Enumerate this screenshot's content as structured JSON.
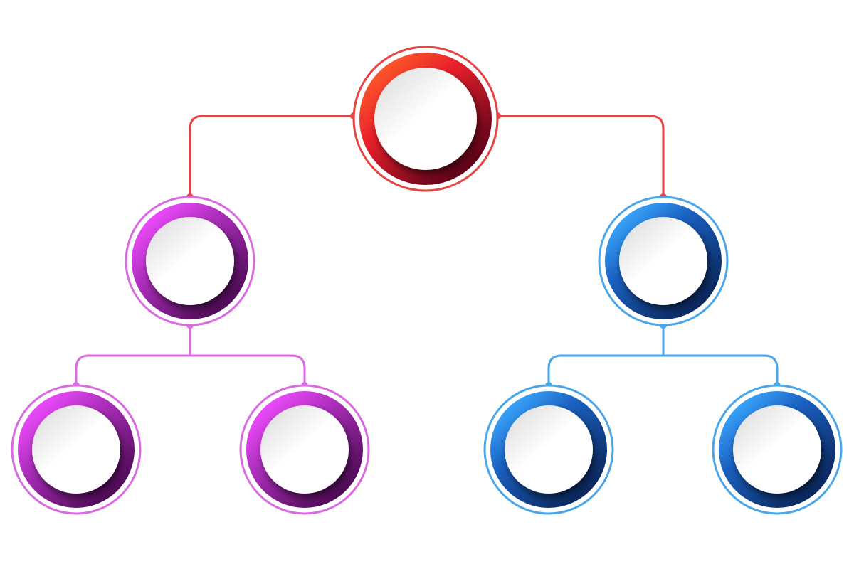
{
  "diagram": {
    "type": "hierarchy-tree",
    "background": "#ffffff",
    "palettes": {
      "red": {
        "light": "#ff5a2a",
        "mid": "#e8202a",
        "dark": "#560018",
        "line": "#e84444"
      },
      "purple": {
        "light": "#f04cff",
        "mid": "#b030c0",
        "dark": "#4a0850",
        "line": "#d96ae2"
      },
      "blue": {
        "light": "#3aa8ff",
        "mid": "#1a60c0",
        "dark": "#0a2458",
        "line": "#4aa6ea"
      }
    },
    "nodes": [
      {
        "id": "root",
        "level": 0,
        "palette": "red",
        "parent": null
      },
      {
        "id": "left",
        "level": 1,
        "palette": "purple",
        "parent": "root"
      },
      {
        "id": "right",
        "level": 1,
        "palette": "blue",
        "parent": "root"
      },
      {
        "id": "left-a",
        "level": 2,
        "palette": "purple",
        "parent": "left"
      },
      {
        "id": "left-b",
        "level": 2,
        "palette": "purple",
        "parent": "left"
      },
      {
        "id": "right-a",
        "level": 2,
        "palette": "blue",
        "parent": "right"
      },
      {
        "id": "right-b",
        "level": 2,
        "palette": "blue",
        "parent": "right"
      }
    ]
  }
}
